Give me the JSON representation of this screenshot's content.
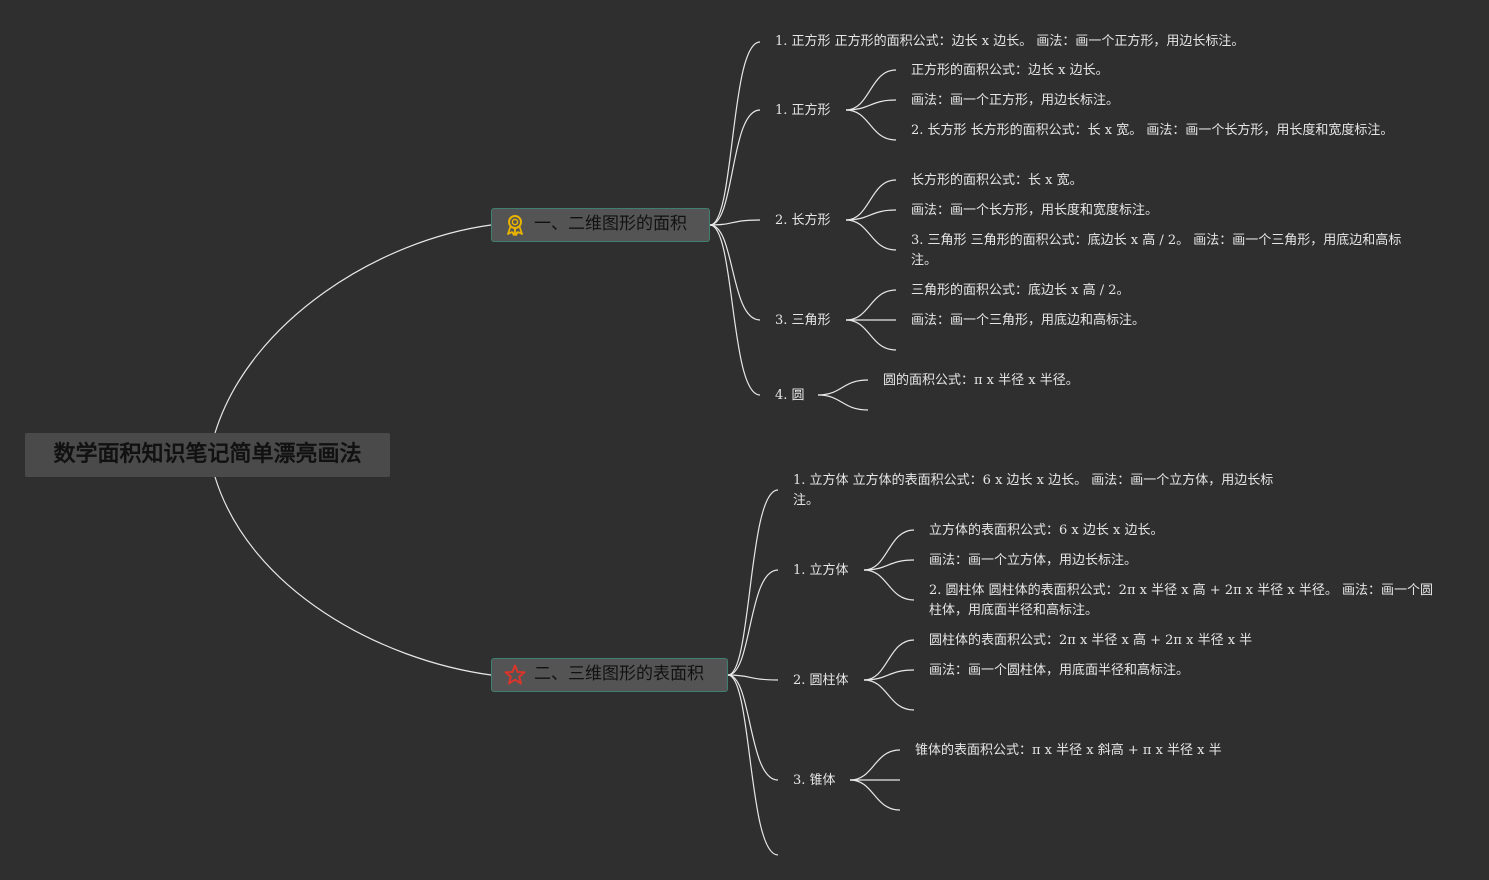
{
  "root": {
    "title": "数学面积知识笔记简单漂亮画法"
  },
  "branches": [
    {
      "label": "一、二维图形的面积",
      "icon": "award-ribbon-icon",
      "icon_color": "#e8b400",
      "note": "1. 正方形 正方形的面积公式：边长 x 边长。 画法：画一个正方形，用边长标注。",
      "children": [
        {
          "label": "1. 正方形",
          "children": [
            "正方形的面积公式：边长 x 边长。",
            "画法：画一个正方形，用边长标注。",
            "2. 长方形 长方形的面积公式：长 x 宽。 画法：画一个长方形，用长度和宽度标注。"
          ]
        },
        {
          "label": "2. 长方形",
          "children": [
            "长方形的面积公式：长 x 宽。",
            "画法：画一个长方形，用长度和宽度标注。",
            "3. 三角形 三角形的面积公式：底边长 x 高 / 2。 画法：画一个三角形，用底边和高标注。"
          ]
        },
        {
          "label": "3. 三角形",
          "children": [
            "三角形的面积公式：底边长 x 高 / 2。",
            "画法：画一个三角形，用底边和高标注。"
          ]
        },
        {
          "label": "4. 圆",
          "children": [
            "圆的面积公式：π x 半径 x 半径。"
          ]
        }
      ]
    },
    {
      "label": "二、三维图形的表面积",
      "icon": "star-icon",
      "icon_color": "#d9352b",
      "note": "1. 立方体 立方体的表面积公式：6 x 边长 x 边长。 画法：画一个立方体，用边长标注。",
      "children": [
        {
          "label": "1. 立方体",
          "children": [
            "立方体的表面积公式：6 x 边长 x 边长。",
            "画法：画一个立方体，用边长标注。",
            "2. 圆柱体 圆柱体的表面积公式：2π x 半径 x 高 + 2π x 半径 x 半径。 画法：画一个圆柱体，用底面半径和高标注。"
          ]
        },
        {
          "label": "2. 圆柱体",
          "children": [
            "圆柱体的表面积公式：2π x 半径 x 高 + 2π x 半径 x 半",
            "画法：画一个圆柱体，用底面半径和高标注。"
          ]
        },
        {
          "label": "3. 锥体",
          "children": [
            "锥体的表面积公式：π x 半径 x 斜高 + π x 半径 x 半"
          ]
        }
      ]
    }
  ],
  "colors": {
    "background": "#2f2f2f",
    "line": "#e8e8e8",
    "main_border": "#3f7f6f"
  }
}
